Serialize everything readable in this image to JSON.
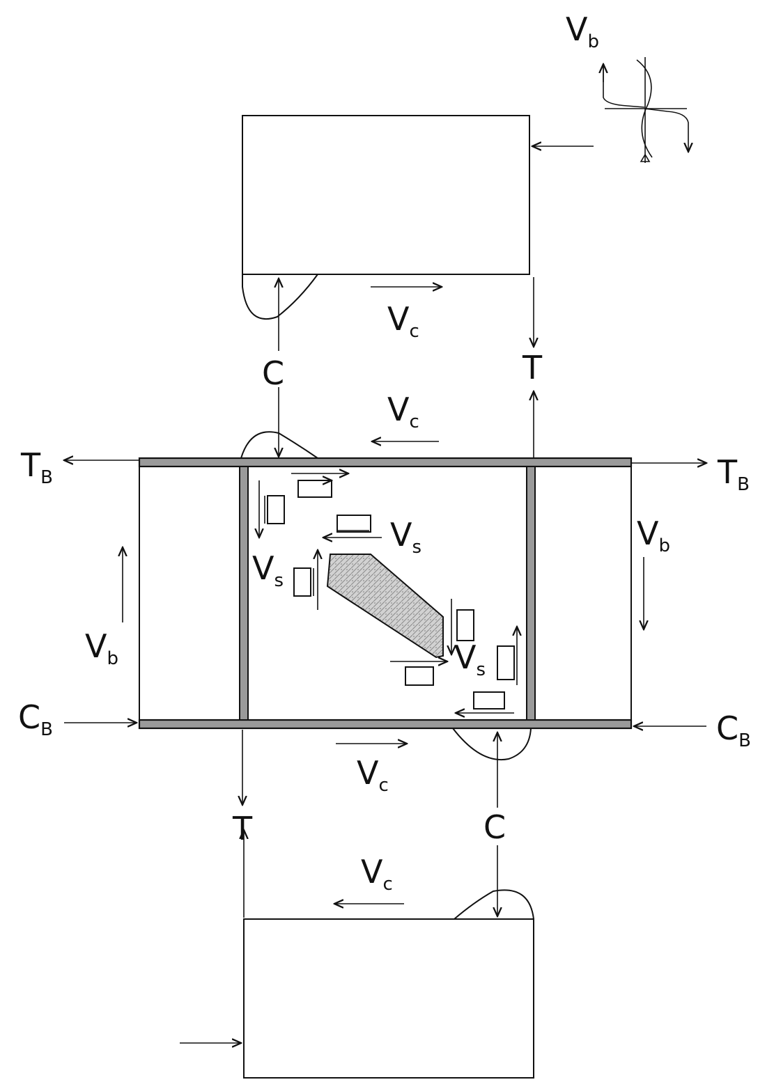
{
  "labels": {
    "vb_top": {
      "main": "V",
      "sub": "b"
    },
    "vc_1": {
      "main": "V",
      "sub": "c"
    },
    "vc_2": {
      "main": "V",
      "sub": "c"
    },
    "vc_3": {
      "main": "V",
      "sub": "c"
    },
    "vc_4": {
      "main": "V",
      "sub": "c"
    },
    "c_upper": "C",
    "c_lower": "C",
    "t_upper": "T",
    "t_lower": "T",
    "tb_left": {
      "main": "T",
      "sub": "B"
    },
    "tb_right": {
      "main": "T",
      "sub": "B"
    },
    "cb_left": {
      "main": "C",
      "sub": "B"
    },
    "cb_right": {
      "main": "C",
      "sub": "B"
    },
    "vb_left": {
      "main": "V",
      "sub": "b"
    },
    "vb_right": {
      "main": "V",
      "sub": "b"
    },
    "vs_1": {
      "main": "V",
      "sub": "s"
    },
    "vs_2": {
      "main": "V",
      "sub": "s"
    },
    "vs_3": {
      "main": "V",
      "sub": "s"
    }
  },
  "colors": {
    "ink": "#111111",
    "strut_fill": "#c8c8c8",
    "flange_fill": "#9a9a9a"
  }
}
